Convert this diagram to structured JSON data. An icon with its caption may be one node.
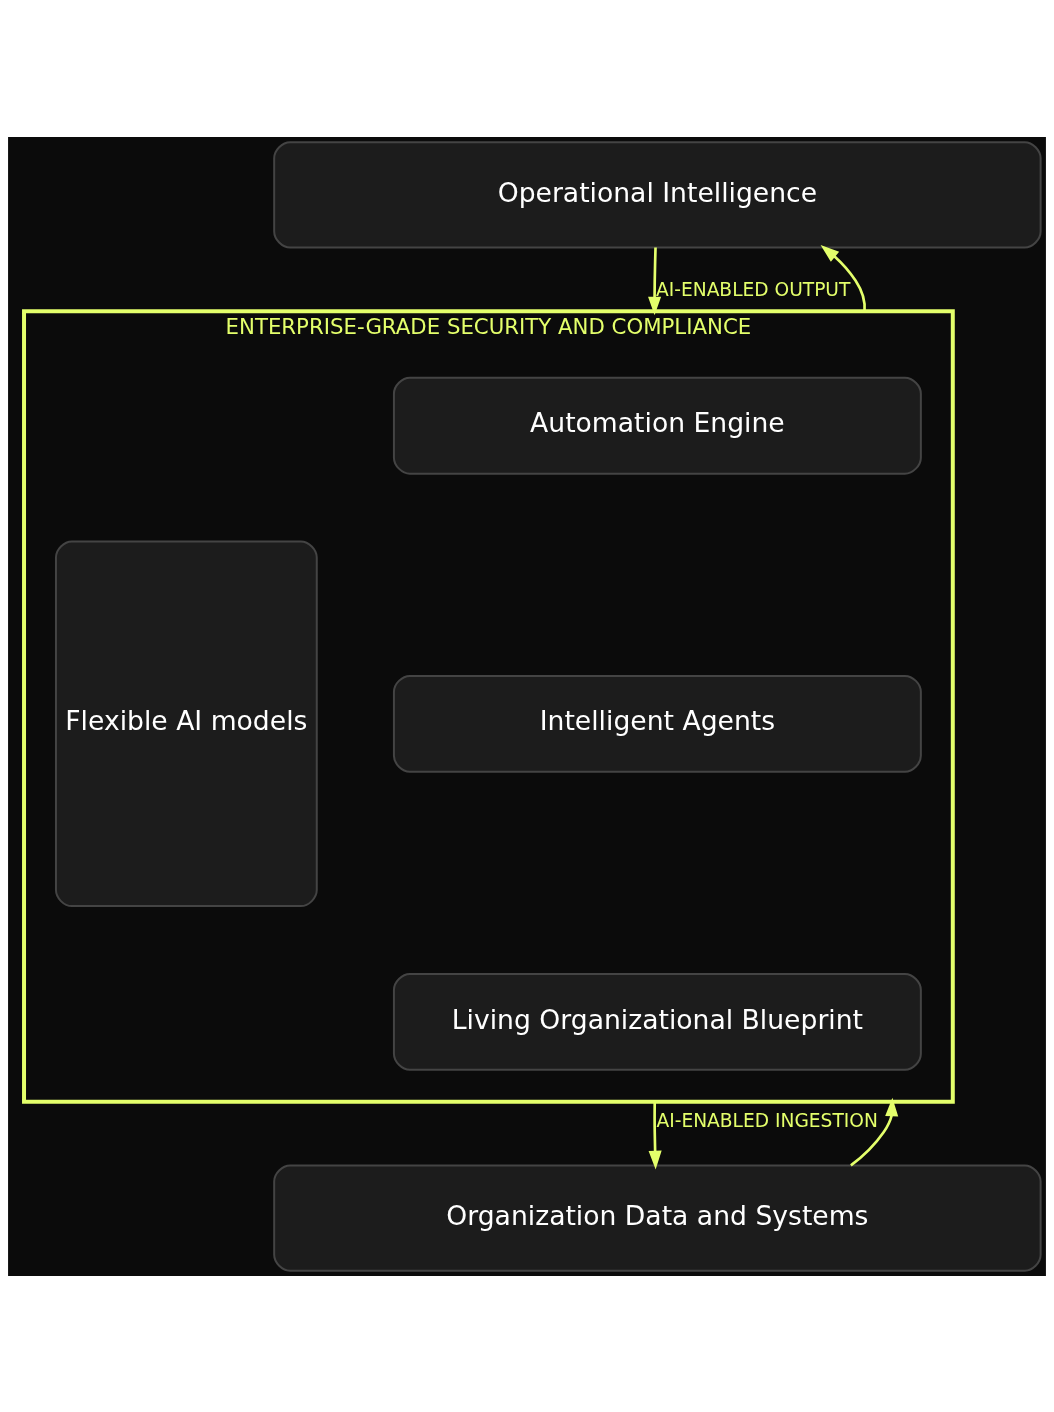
{
  "diagram": {
    "nodes": [
      {
        "text": [
          "Operational Intelligence"
        ]
      },
      {
        "text": [
          "ENTERPRISE-GRADE SECURITY AND COMPLIANCE"
        ]
      },
      {
        "text": [
          "Flexible AI models"
        ],
        "in": 1
      },
      {
        "text": [
          "Automation Engine"
        ],
        "in": 1
      },
      {
        "text": [
          "Intelligent Agents"
        ],
        "in": 1
      },
      {
        "text": [
          "Living Organizational Blueprint"
        ],
        "in": 1
      },
      {
        "text": [
          "Organization Data and Systems"
        ]
      }
    ],
    "edges": [
      {
        "from": 0,
        "to": 1,
        "arrow": "to",
        "label": "AI-ENABLED OUTPUT"
      },
      {
        "from": 1,
        "to": 0,
        "arrow": "to"
      },
      {
        "from": 1,
        "to": 6,
        "arrow": "to",
        "label": "AI-ENABLED INGESTION"
      },
      {
        "from": 6,
        "to": 1,
        "arrow": "to"
      }
    ]
  }
}
